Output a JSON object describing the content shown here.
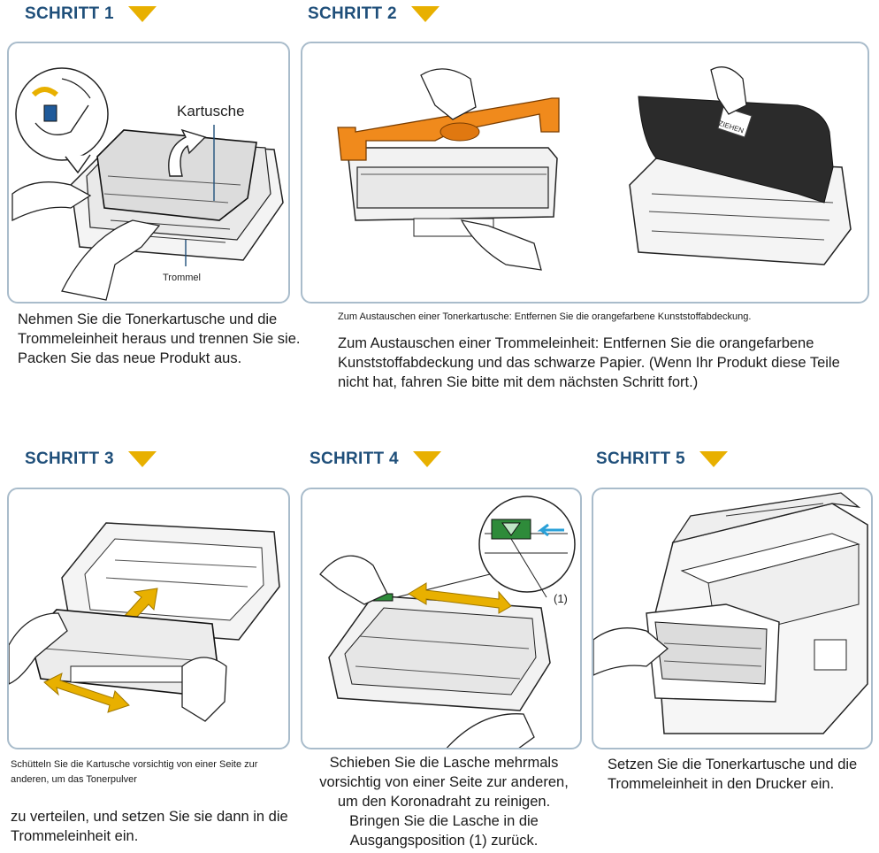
{
  "steps": [
    {
      "title": "SCHRITT 1",
      "figure_labels": {
        "cartridge": "Kartusche",
        "drum": "Trommel"
      },
      "caption": "Nehmen Sie die Tonerkartusche und die Trommeleinheit heraus und trennen Sie sie. Packen Sie das neue Produkt aus."
    },
    {
      "title": "SCHRITT 2",
      "figure_labels": {
        "paper_tab": "ZIEHEN"
      },
      "caption_small": "Zum Austauschen einer Tonerkartusche: Entfernen Sie die orangefarbene Kunststoffabdeckung.",
      "caption": "Zum Austauschen einer Trommeleinheit: Entfernen Sie die orangefarbene Kunststoffabdeckung und das schwarze Papier. (Wenn Ihr Produkt diese Teile nicht hat, fahren Sie bitte mit dem nächsten Schritt fort.)"
    },
    {
      "title": "SCHRITT 3",
      "caption_small": "Schütteln Sie die Kartusche vorsichtig von einer Seite zur anderen, um das Tonerpulver",
      "caption": "zu verteilen, und setzen Sie sie dann in die Trommeleinheit ein."
    },
    {
      "title": "SCHRITT 4",
      "figure_labels": {
        "position": "(1)"
      },
      "caption": "Schieben Sie die Lasche mehrmals vorsichtig von einer Seite zur anderen, um den Koronadraht zu reinigen. Bringen Sie die Lasche in die Ausgangsposition (1) zurück."
    },
    {
      "title": "SCHRITT 5",
      "caption": "Setzen Sie die Tonerkartusche und die Trommeleinheit in den Drucker ein."
    }
  ],
  "colors": {
    "heading": "#1f4f7a",
    "arrow": "#e8b000",
    "panel_border": "#a9bccb",
    "cover_orange": "#f08a1c",
    "tab_green": "#2e8b3a",
    "pointer_blue": "#2aa0d8"
  }
}
